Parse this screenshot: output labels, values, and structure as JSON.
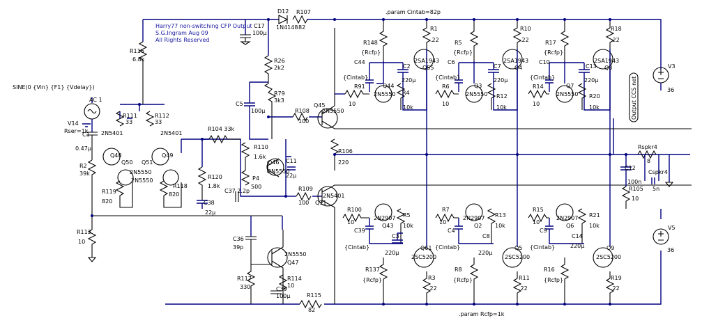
{
  "header": {
    "title_lines": [
      "Harry77 non-switching CFP Output",
      "S.G.Ingram Aug 09",
      "All Rights Reserved"
    ],
    "param_cintab": ".param Cintab=82p",
    "param_rcfp": ".param Rcfp=1k",
    "source_expr": "SINE(0 {Vin} {F1} {Vdelay})",
    "probe_label": "Output CCS net"
  },
  "components": {
    "D12": {
      "name": "D12",
      "value": "1N4148"
    },
    "R107": {
      "name": "R107",
      "value": "82"
    },
    "C17": {
      "name": "C17",
      "value": "100µ"
    },
    "R116": {
      "name": "R116",
      "value": "6.8k"
    },
    "R26": {
      "name": "R26",
      "value": "2k2"
    },
    "R79": {
      "name": "R79",
      "value": "3k3"
    },
    "C5": {
      "name": "C5",
      "value": "100µ"
    },
    "R108": {
      "name": "R108",
      "value": "100"
    },
    "Q45": {
      "name": "Q45",
      "value": "2N5550"
    },
    "R104": {
      "name": "R104 33k"
    },
    "R110": {
      "name": "R110",
      "value": "1.6k"
    },
    "Q46": {
      "name": "Q46",
      "value": "2N5550"
    },
    "P4": {
      "name": "P4",
      "value": "500"
    },
    "C11": {
      "name": "C11",
      "value": "22µ"
    },
    "C37": {
      "name": "C37 2.2p"
    },
    "R120": {
      "name": "R120",
      "value": "1.8k"
    },
    "C38": {
      "name": "C38",
      "value": "22µ"
    },
    "R109": {
      "name": "R109",
      "value": "100"
    },
    "Q11": {
      "name": "Q11",
      "value": "2N5401"
    },
    "R106": {
      "name": "R106",
      "value": "220"
    },
    "V14": {
      "name": "V14",
      "value": "Rser=1k",
      "ac": "AC 1"
    },
    "C1": {
      "name": "C1",
      "value": "0.47µ"
    },
    "R2": {
      "name": "R2",
      "value": "39k"
    },
    "R111": {
      "name": "R111",
      "value": "33"
    },
    "R112": {
      "name": "R112",
      "value": "33"
    },
    "Q48": {
      "name": "Q48",
      "value": "2N5401"
    },
    "Q49": {
      "name": "Q49",
      "value": "2N5401"
    },
    "Q50": {
      "name": "Q50",
      "value": "2N5550"
    },
    "Q51": {
      "name": "Q51",
      "value": "2N5550"
    },
    "R119": {
      "name": "R119",
      "value": "820"
    },
    "R118": {
      "name": "R118",
      "value": "820"
    },
    "R113": {
      "name": "R113",
      "value": "10"
    },
    "C36": {
      "name": "C36",
      "value": "39p"
    },
    "Q47": {
      "name": "Q47",
      "value": "2N5550"
    },
    "R114": {
      "name": "R114",
      "value": "10"
    },
    "R117": {
      "name": "R117",
      "value": "330"
    },
    "C39": {
      "name": "C39",
      "value": "100µ"
    },
    "R115": {
      "name": "R115",
      "value": "82"
    },
    "R148": {
      "name": "R148",
      "value": "{Rcfp}"
    },
    "R1": {
      "name": "R1",
      "value": ".22"
    },
    "C44": {
      "name": "C44",
      "value": "{Cintab}"
    },
    "Q44": {
      "name": "Q44",
      "value": "2N5550"
    },
    "C2": {
      "name": "C2",
      "value": "220µ"
    },
    "R4": {
      "name": "R4",
      "value": "10k"
    },
    "Q55": {
      "name": "Q55",
      "value": "2SA1943"
    },
    "R91": {
      "name": "R91",
      "value": "10"
    },
    "R5t": {
      "name": "R5",
      "value": "{Rcfp}"
    },
    "R10": {
      "name": "R10",
      "value": ".22"
    },
    "C6": {
      "name": "C6",
      "value": "{Cintab}"
    },
    "Q3": {
      "name": "Q3",
      "value": "2N5550"
    },
    "C7": {
      "name": "C7",
      "value": "220µ"
    },
    "R12": {
      "name": "R12",
      "value": "10k"
    },
    "Q4": {
      "name": "Q4",
      "value": "2SA1943"
    },
    "R6": {
      "name": "R6",
      "value": "10"
    },
    "R17": {
      "name": "R17",
      "value": "{Rcfp}"
    },
    "R18": {
      "name": "R18",
      "value": ".22"
    },
    "C10": {
      "name": "C10",
      "value": "{Cintab}"
    },
    "Q7": {
      "name": "Q7",
      "value": "2N5550"
    },
    "C13": {
      "name": "C13",
      "value": "220µ"
    },
    "R20": {
      "name": "R20",
      "value": "10k"
    },
    "Q8": {
      "name": "Q8",
      "value": "2SA1943"
    },
    "R14": {
      "name": "R14",
      "value": "10"
    },
    "R100": {
      "name": "R100",
      "value": "10"
    },
    "Q43": {
      "name": "Q43",
      "value": "2N2907"
    },
    "R5b": {
      "name": "R5",
      "value": "10k"
    },
    "C39b": {
      "name": "C39",
      "value": "{Cintab}"
    },
    "C3": {
      "name": "C3",
      "value": "220µ"
    },
    "Q61": {
      "name": "Q61",
      "value": "2SC5200"
    },
    "R137": {
      "name": "R137",
      "value": "{Rcfp}"
    },
    "R3": {
      "name": "R3",
      "value": ".22"
    },
    "R7": {
      "name": "R7",
      "value": "10"
    },
    "Q2": {
      "name": "Q2",
      "value": "2N2907"
    },
    "R13": {
      "name": "R13",
      "value": "10k"
    },
    "C4": {
      "name": "C4",
      "value": "{Cintab}"
    },
    "C8": {
      "name": "C8",
      "value": "220µ"
    },
    "Q5": {
      "name": "Q5",
      "value": "2SC5200"
    },
    "R8": {
      "name": "R8",
      "value": "{Rcfp}"
    },
    "R11": {
      "name": "R11",
      "value": ".22"
    },
    "R15": {
      "name": "R15",
      "value": "10"
    },
    "Q6": {
      "name": "Q6",
      "value": "2N2907"
    },
    "R21": {
      "name": "R21",
      "value": "10k"
    },
    "C9": {
      "name": "C9",
      "value": "{Cintab}"
    },
    "C14": {
      "name": "C14",
      "value": "220µ"
    },
    "Q9": {
      "name": "Q9",
      "value": "2SC5200"
    },
    "R16": {
      "name": "R16",
      "value": "{Rcfp}"
    },
    "R19": {
      "name": "R19",
      "value": ".22"
    },
    "C12": {
      "name": "C12",
      "value": "100n"
    },
    "R105": {
      "name": "R105",
      "value": "10"
    },
    "Rspkr4": {
      "name": "Rspkr4",
      "value": "8"
    },
    "Cspkr4": {
      "name": "Cspkr4",
      "value": "5n"
    },
    "V3": {
      "name": "V3",
      "value": "36"
    },
    "V5": {
      "name": "V5",
      "value": "36"
    }
  }
}
